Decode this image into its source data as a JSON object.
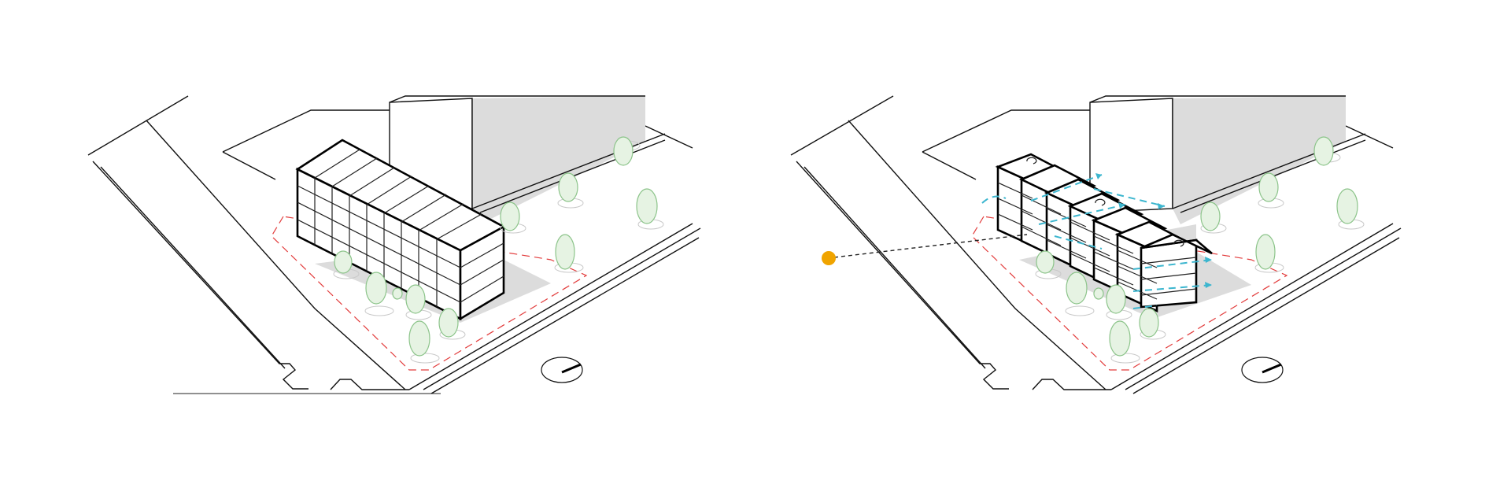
{
  "colors": {
    "background": "#ffffff",
    "linework": "#111111",
    "shadow": "#dcdcdc",
    "site_boundary": "#e23b3b",
    "trees": "#8cc48a",
    "airflow_arrows": "#3cb6cf",
    "sun_marker": "#f0a400"
  },
  "panels": [
    {
      "id": "left",
      "type": "axonometric-massing",
      "shows_airflow": false,
      "shows_sun": false
    },
    {
      "id": "right",
      "type": "axonometric-massing",
      "shows_airflow": true,
      "shows_sun": true
    }
  ],
  "icons": [
    "north-arrow-icon",
    "sun-icon",
    "rotation-arrow-icon",
    "tree-icon"
  ]
}
